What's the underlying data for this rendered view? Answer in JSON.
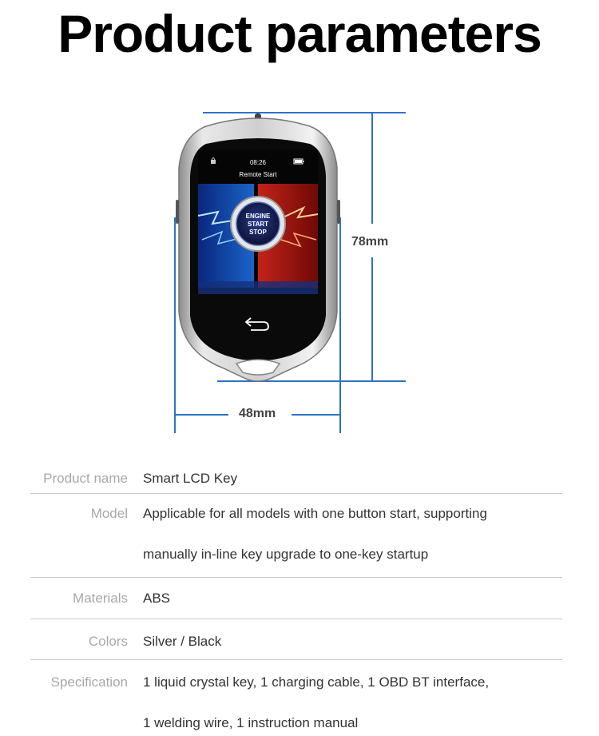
{
  "page": {
    "title": "Product parameters"
  },
  "dimensions": {
    "height_label": "78mm",
    "width_label": "48mm",
    "line_color": "#2f72c9"
  },
  "device": {
    "time": "08:26",
    "mode": "Remote Start",
    "button_line1": "ENGINE",
    "button_line2": "START",
    "button_line3": "STOP"
  },
  "params": [
    {
      "label": "Product name",
      "value_lines": [
        "Smart LCD Key"
      ]
    },
    {
      "label": "Model",
      "value_lines": [
        "Applicable for all models with one button start, supporting",
        "manually in-line key upgrade to one-key startup"
      ]
    },
    {
      "label": "Materials",
      "value_lines": [
        "ABS"
      ]
    },
    {
      "label": "Colors",
      "value_lines": [
        "Silver / Black"
      ]
    },
    {
      "label": "Specification",
      "value_lines": [
        "1 liquid crystal key, 1 charging cable, 1 OBD BT interface,",
        "1 welding wire, 1 instruction manual"
      ]
    }
  ]
}
